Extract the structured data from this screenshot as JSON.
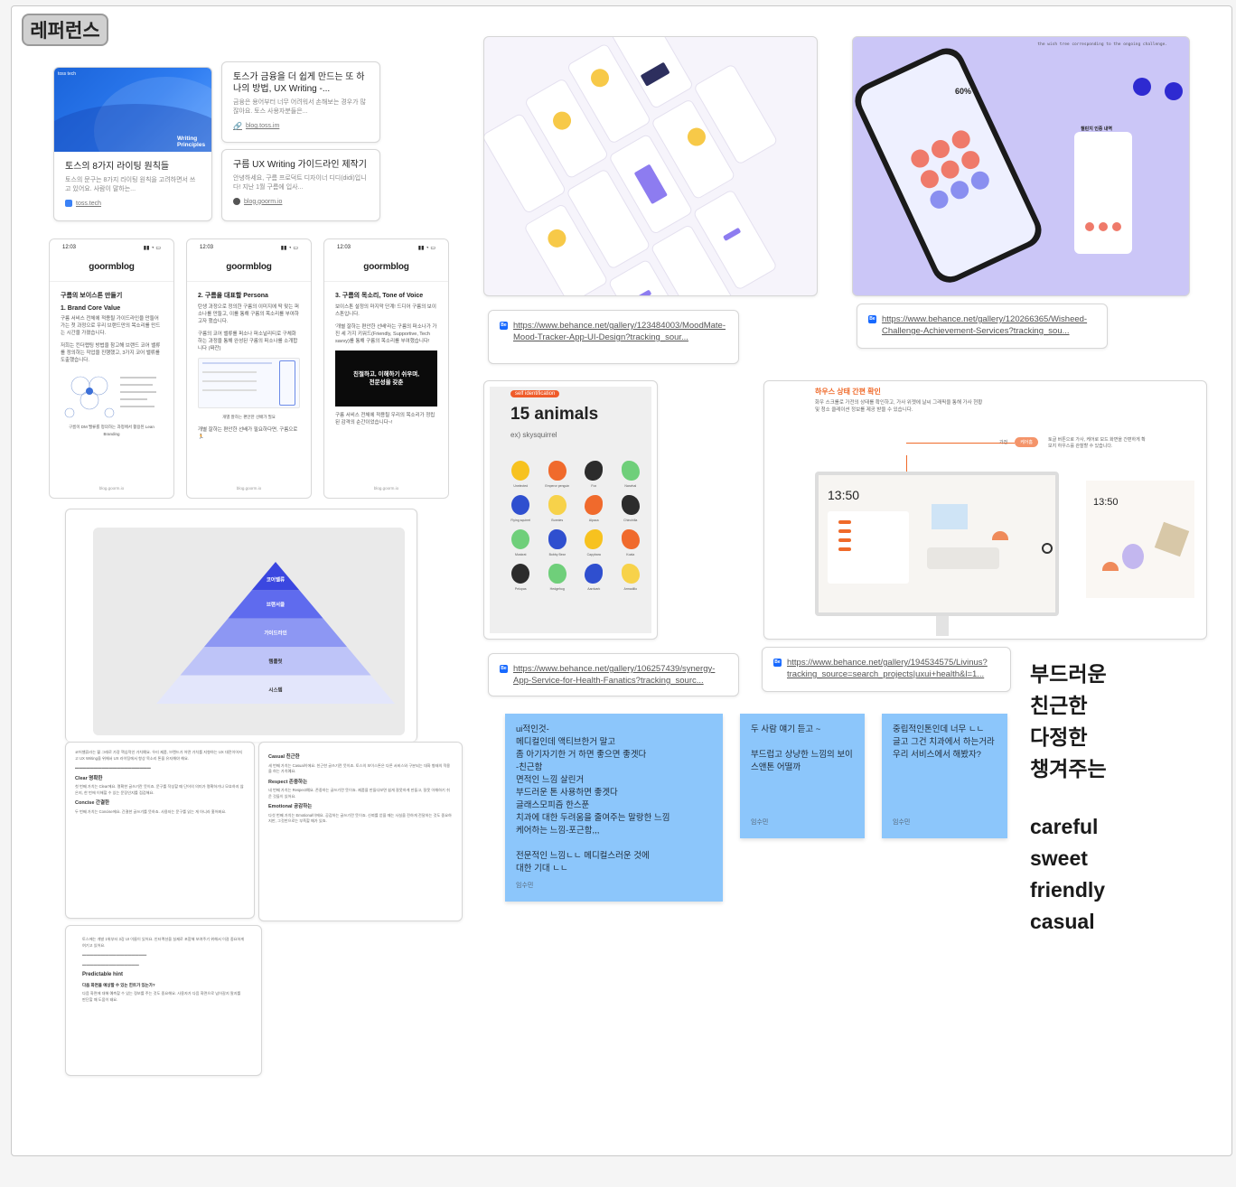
{
  "section": {
    "title": "레퍼런스"
  },
  "toss_card": {
    "banner_brand": "toss tech",
    "banner_text": "Writing Principles",
    "title": "토스의 8가지 라이팅 원칙들",
    "desc": "토스의 문구는 8가지 라이팅 원칙을 고려하면서 쓰고 있어요. 사람이 말하는...",
    "source": "toss.tech"
  },
  "link_card_1": {
    "title": "토스가 금융을 더 쉽게 만드는 또 하나의 방법, UX Writing -...",
    "desc": "금융은 용어부터 너무 어려워서 손해보는 경우가 많잖아요. 토스 사용자분들은...",
    "source": "blog.toss.im"
  },
  "link_card_2": {
    "title": "구름 UX Writing 가이드라인 제작기",
    "desc": "안녕하세요, 구름 프로덕트 디자이너 디디(didi)입니다! 지난 1월 구름에 입사...",
    "source": "blog.goorm.io"
  },
  "phones": [
    {
      "time": "12:03",
      "brand": "goormblog",
      "heading": "구름의 보이스톤 만들기",
      "subheading": "1. Brand Core Value",
      "text1": "구름 서비스 전체에 적용될 가이드라인을 만들어가는 첫 과정으로 우리 브랜드만의 목소리를 만드는 시간을 가졌습니다.",
      "text2": "저희는 킨더랩팅 방법을 참고해 브랜드 코어 밸류를 정의하는 작업을 진행했고, 3가지 코어 밸류를 도출했습니다.",
      "caption": "구름이 DM 밸류를 정의하는 과정에서 활용된 Lean Branding",
      "footer": "blog.goorm.io"
    },
    {
      "time": "12:03",
      "brand": "goormblog",
      "heading": "2. 구름을 대표할 Persona",
      "subheading": "",
      "text1": "탄생 과정으로 정의한 구름의 이미지에 딱 맞는 퍼소나를 만들고, 이를 통해 구름의 목소리를 부여하고자 했습니다.",
      "text2": "구름의 코어 밸류를 퍼소나 퍼소널리티로 구체화하는 과정을 통해 완성된 구름의 퍼소나를 소개합니다 (짜잔)",
      "caption": "개별 잘하는 편안한 선배가 필요하다면, 구름으로 🏃",
      "footer": "blog.goorm.io"
    },
    {
      "time": "12:03",
      "brand": "goormblog",
      "heading": "3. 구름의 목소리, Tone of Voice",
      "subheading": "",
      "text1": "보이스톤 설정의 마지막 단계! 드디어 구름의 보이스톤입니다.",
      "text2": "'개별 잘하는 편안한 선배'라는 구름의 퍼소나가 가진 세 가지 키워드(Friendly, Supportive, Tech savvy)를 통해 구름의 목소리를 부여했습니다!",
      "caption": "구름 서비스 전체에 적용될 우리의 목소리가 정립된 감격의 순간이었습니다~!",
      "footer": "blog.goorm.io",
      "dark_box_text": "친절하고, 이해하기 쉬우며, 전문성을 갖춘"
    }
  ],
  "pyramid": {
    "layers": [
      "코어밸류",
      "브랜서클",
      "가이드라인",
      "템플릿",
      "시스템"
    ],
    "colors": [
      "#3b47e0",
      "#5f6bee",
      "#8d97f3",
      "#bec4f8",
      "#e3e6fb"
    ]
  },
  "doc_a": {
    "intro": "코어밸류라는 뭘 그래로 가장 핵심적인 가치예요. 우리 제품, 브랜드가 어떤 가치를 지향하는 UX 대전이어지고 UX Writing을 위해서 UX 라이팅에서 항상 목소리 톤을 유지해야 해요.",
    "sections": [
      {
        "title": "Clear 명확한",
        "body": "첫 번째 가치는 Clear에요. 명확한 글쓰기란 뜻이죠. 문구를 작성할 때 단어의 의미가 명확하거나 모호하지 않은지, 한 번에 이해할 수 있는 문장인지를 점검해요."
      },
      {
        "title": "Concise 간결한",
        "body": "두 번째 가치는 Concise에요. 간결한 글쓰기를 뜻하죠. 사용자는 문구를 읽는 게 아니라 훑어봐요."
      }
    ]
  },
  "doc_b": {
    "sections": [
      {
        "title": "Casual 친근한",
        "body": "세 번째 가치는 Casual이에요. 친근한 글쓰기란 뜻이죠. 토스의 보이스톤은 다른 서비스와 구분되는 대화 형태의 적용을 하는 가치예요."
      },
      {
        "title": "Respect 존중하는",
        "body": "네 번째 가치는 Respect예요. 존중하는 글쓰기란 뜻이죠. 제품을 만들다보면 쉽게 잘못하게 만들고, 잘못 이해하기 쉬운 것들이 있어요."
      },
      {
        "title": "Emotional 공감하는",
        "body": "다섯 번째 가치는 Emotional이에요. 공감하는 글쓰기란 뜻이죠. 신뢰를 얻을 때는 사실을 전하게 전달하는 것도 중요하지만, 그것만으로는 부족할 때가 있죠."
      }
    ]
  },
  "doc_c": {
    "intro": "토스에는 개발 1위부터 3강 UI 이름이 있어요. 인터랙션을 실제로 포함해 보여주기 위해서 이걸 중요하게 여기고 있어요.",
    "section_title": "Predictable hint",
    "section_sub": "다음 화면을 예상할 수 있는 힌트가 있는가?",
    "section_body": "다음 화면에 대해 예측할 수 있는 정보를 주는 것도 중요해요. 사용자가 다음 화면으로 넘어갈지 말지를 판단할 때 도움이 돼요."
  },
  "moodmate": {
    "url": "https://www.behance.net/gallery/123484003/MoodMate-Mood-Tracker-App-UI-Design?tracking_sour..."
  },
  "wisheed": {
    "top_text": "the wish tree corresponding to the ongoing challenge.",
    "phone_title": "챌린지 인증 내역",
    "percent": "60%",
    "url": "https://www.behance.net/gallery/120266365/Wisheed-Challenge-Achievement-Services?tracking_sou..."
  },
  "animals": {
    "badge": "self identification",
    "title": "15 animals",
    "subtitle": "ex) skysquirrel",
    "labels": [
      "Unelected",
      "Emperor penguin",
      "Fox",
      "Narwhal",
      "Flying squirrel",
      "Bunnies",
      "Alpaca",
      "Chinchilla",
      "Muskrat",
      "Bobby Bear",
      "Capybara",
      "Koala",
      "Pelopas",
      "Hedgehog",
      "Aardvark",
      "Armadillo"
    ],
    "colors": [
      "#f7c21f",
      "#f06a2c",
      "#2c2c2c",
      "#6fcf7a",
      "#2f4fcf",
      "#f7d24a",
      "#f06a2c",
      "#2c2c2c",
      "#6fcf7a",
      "#2f4fcf",
      "#f7c21f",
      "#f06a2c",
      "#2c2c2c",
      "#6fcf7a",
      "#2f4fcf",
      "#f7d24a"
    ],
    "url": "https://www.behance.net/gallery/106257439/synergy-App-Service-for-Health-Fanatics?tracking_sourc..."
  },
  "house": {
    "title": "하우스 상태 간편 확인",
    "desc": "화우 스크롤로 가전의 상태를 확인하고, 가사 위젯에 날씨 그래픽을 통해 가사 현황 및 청소 클레이션 정보를 제공 받을 수 있습니다.",
    "toggle_a": "가전",
    "toggle_b": "케어홈",
    "side_note": "토글 버튼으로 가사, 케어로 모드 화면을 간편하게 확보지 하우스를 관찰할 수 있습니다.",
    "time_main": "13:50",
    "time_side": "13:50",
    "url": "https://www.behance.net/gallery/194534575/Livinus?tracking_source=search_projects|uxui+health&l=1..."
  },
  "stickies": [
    {
      "text": "ui적인것-\n메디컬인데 액티브한거 말고\n좀 아기자기한 거 하면 좋으면 좋겟다\n-친근함\n면적인 느낌 살린거\n부드러운 톤 사용하면 좋겟다\n글래스모피즘 한스푼\n치과에 대한 두려움을 줄여주는 말랑한 느낌\n케어하는 느낌-포근함,,,\n\n전문적인 느낌ㄴㄴ 메디컬스러운 것에\n대한 기대 ㄴㄴ",
      "author": "임수민"
    },
    {
      "text": "두 사람 얘기 듣고 ~\n\n부드럽고 상냥한 느낌의 보이\n스앤톤 어떨까",
      "author": "임수민"
    },
    {
      "text": "중립적인톤인데 너무 ㄴㄴ\n글고 그건 치과에서 하는거라\n우리 서비스에서 해봤자?",
      "author": "임수민"
    }
  ],
  "keywords_ko": [
    "부드러운",
    "친근한",
    "다정한",
    "챙겨주는"
  ],
  "keywords_en": [
    "careful",
    "sweet",
    "friendly",
    "casual"
  ]
}
